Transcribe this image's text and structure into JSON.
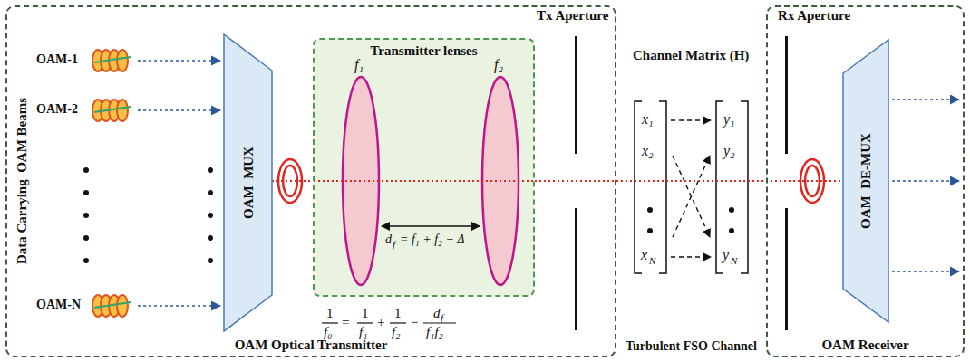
{
  "diagram": {
    "nodes": [
      {
        "text": [
          "OAM Optical Transmitter"
        ]
      },
      {
        "text": [
          "OAM  MUX"
        ],
        "in": 0
      },
      {
        "text": [
          "Transmitter lenses"
        ],
        "in": 0
      },
      {
        "text": [
          "OAM Receiver"
        ]
      },
      {
        "text": [
          "OAM  DE-MUX"
        ],
        "in": 3
      }
    ],
    "edges": [
      {
        "from": 1,
        "to": 2,
        "arrow": "none"
      },
      {
        "from": 2,
        "to": 4,
        "arrow": "none"
      }
    ],
    "labels": [
      "OAM-1",
      "OAM-2",
      "OAM-N",
      "Data Carrying  OAM Beams",
      "f₁",
      "f₂",
      "d",
      "f",
      "= f₁ + f₂ − Δ",
      "1",
      "f₀",
      "=",
      "1",
      "f₁",
      "+",
      "1",
      "f₂",
      "−",
      "d",
      "f",
      "f₁f₂",
      "Tx Aperture",
      "Channel Matrix (H)",
      "x₁",
      "x₂",
      "x",
      "N",
      "y₁",
      "y₂",
      "y",
      "N",
      "Turbulent FSO Channel",
      "Rx Aperture"
    ]
  }
}
